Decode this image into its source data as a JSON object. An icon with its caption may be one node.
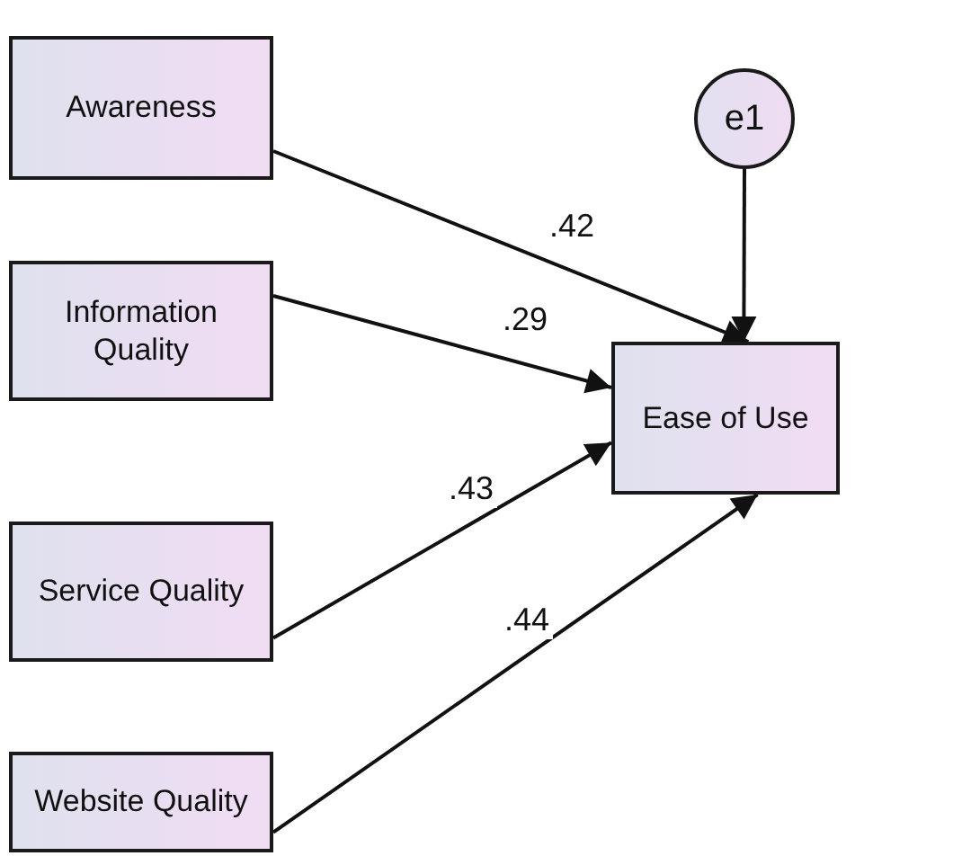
{
  "diagram": {
    "nodes": [
      {
        "text": [
          "Awareness"
        ]
      },
      {
        "text": [
          "Information Quality"
        ]
      },
      {
        "text": [
          "Service Quality"
        ]
      },
      {
        "text": [
          "Website Quality"
        ]
      },
      {
        "text": [
          "e1"
        ]
      },
      {
        "text": [
          "Ease of Use"
        ]
      }
    ],
    "edges": [
      {
        "from": 0,
        "to": 5,
        "arrow": "to",
        "label": ".42"
      },
      {
        "from": 1,
        "to": 5,
        "arrow": "to",
        "label": ".29"
      },
      {
        "from": 2,
        "to": 5,
        "arrow": "to",
        "label": ".43"
      },
      {
        "from": 3,
        "to": 5,
        "arrow": "to",
        "label": ".44"
      },
      {
        "from": 4,
        "to": 5,
        "arrow": "to"
      }
    ]
  }
}
